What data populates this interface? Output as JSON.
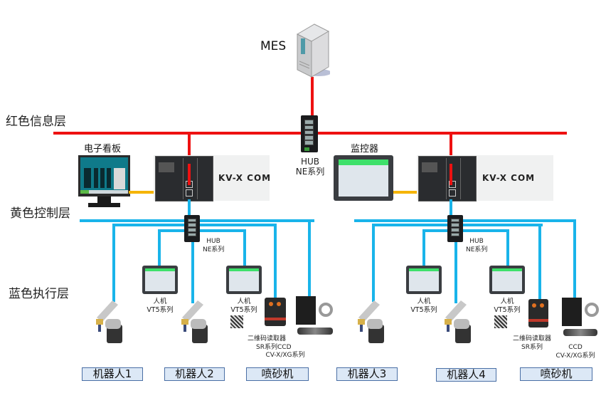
{
  "colors": {
    "info_layer": "#ee1111",
    "control_layer": "#f5b400",
    "execution_layer": "#19b4ea"
  },
  "layers": {
    "info": "红色信息层",
    "control": "黄色控制层",
    "execution": "蓝色执行层"
  },
  "mes": {
    "label": "MES",
    "icon": "server-icon"
  },
  "top_hub": {
    "line1": "HUB",
    "line2": "NE系列",
    "icon": "network-switch-icon"
  },
  "left_cell": {
    "display_label": "电子看板",
    "plc_label": "KV-X COM",
    "hub": {
      "line1": "HUB",
      "line2": "NE系列"
    },
    "hmi1": {
      "line1": "人机",
      "line2": "VT5系列"
    },
    "hmi2": {
      "line1": "人机",
      "line2": "VT5系列"
    },
    "reader": {
      "line1": "二维码读取器",
      "line2": "SR系列"
    },
    "ccd": {
      "line1": "CCD",
      "line2": "CV-X/XG系列"
    },
    "stations": [
      "机器人1",
      "机器人2",
      "喷砂机"
    ]
  },
  "right_cell": {
    "monitor_label": "监控器",
    "plc_label": "KV-X COM",
    "hub": {
      "line1": "HUB",
      "line2": "NE系列"
    },
    "hmi1": {
      "line1": "人机",
      "line2": "VT5系列"
    },
    "hmi2": {
      "line1": "人机",
      "line2": "VT5系列"
    },
    "reader": {
      "line1": "二维码读取器",
      "line2": "SR系列"
    },
    "ccd": {
      "line1": "CCD",
      "line2": "CV-X/XG系列"
    },
    "stations": [
      "机器人3",
      "机器人4",
      "喷砂机"
    ]
  }
}
